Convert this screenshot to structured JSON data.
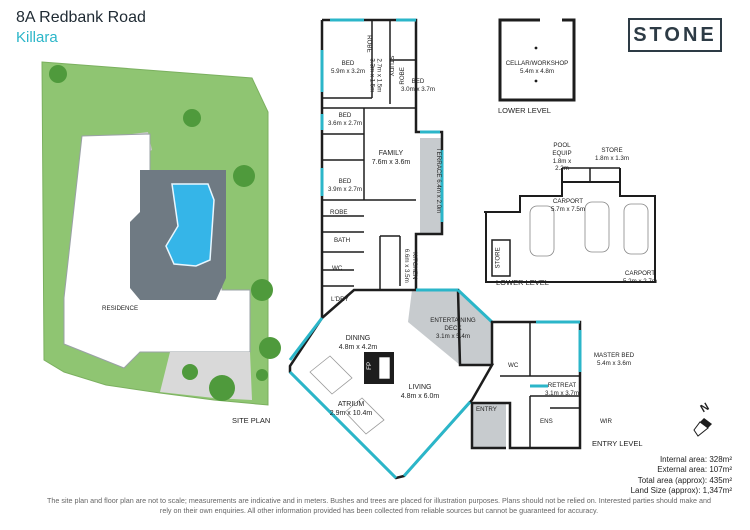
{
  "header": {
    "address": "8A Redbank Road",
    "suburb": "Killara"
  },
  "brand": {
    "logo_text": "STONE",
    "accent_color": "#2bb6c9"
  },
  "site_plan": {
    "caption": "SITE PLAN",
    "residence_label": "RESIDENCE"
  },
  "lower_level_cellar": {
    "caption": "LOWER LEVEL",
    "room": {
      "name": "CELLAR/WORKSHOP",
      "size": "5.4m x 4.8m"
    }
  },
  "lower_level_carport": {
    "caption": "LOWER LEVEL",
    "rooms": {
      "pool_equip": {
        "name": "POOL EQUIP",
        "size": "1.8m x 2.2m"
      },
      "store_top": {
        "name": "STORE",
        "size": "1.8m x 1.3m"
      },
      "carport_main": {
        "name": "CARPORT",
        "size": "5.7m x 7.5m"
      },
      "store_side": {
        "name": "STORE"
      },
      "carport_right": {
        "name": "CARPORT",
        "size": "5.2m x 2.7m"
      }
    }
  },
  "entry_level": {
    "caption": "ENTRY LEVEL",
    "rooms": {
      "bed1": {
        "name": "BED",
        "size": "5.9m x 3.2m"
      },
      "robe1": {
        "name": "ROBE"
      },
      "study": {
        "name": "STUDY",
        "size": "2.7m x 1.5m\n3.3m x 1.5m"
      },
      "robe2": {
        "name": "ROBE"
      },
      "bed2": {
        "name": "BED",
        "size": "3.0m x 3.7m"
      },
      "bed3": {
        "name": "BED",
        "size": "3.6m x 2.7m"
      },
      "family": {
        "name": "FAMILY",
        "size": "7.6m x 3.6m"
      },
      "terrace": {
        "name": "TERRACE",
        "size": "6.4m x 2.0m"
      },
      "bed4": {
        "name": "BED",
        "size": "3.9m x 2.7m"
      },
      "robe3": {
        "name": "ROBE"
      },
      "bath": {
        "name": "BATH"
      },
      "kitchen": {
        "name": "KITCHEN",
        "size": "6.6m x 3.5m"
      },
      "wc1": {
        "name": "WC"
      },
      "ldry": {
        "name": "L'DRY"
      },
      "entertaining": {
        "name": "ENTERTAINING DECK",
        "size": "3.1m x 5.4m"
      },
      "dining": {
        "name": "DINING",
        "size": "4.8m x 4.2m"
      },
      "fp": {
        "name": "FP"
      },
      "living": {
        "name": "LIVING",
        "size": "4.8m x 6.0m"
      },
      "atrium": {
        "name": "ATRIUM",
        "size": "2.9m x 10.4m"
      },
      "master": {
        "name": "MASTER BED",
        "size": "5.4m x 3.6m"
      },
      "wc2": {
        "name": "WC"
      },
      "retreat": {
        "name": "RETREAT",
        "size": "3.1m x 3.7m"
      },
      "ens": {
        "name": "ENS"
      },
      "wir": {
        "name": "WIR"
      },
      "entry": {
        "name": "ENTRY"
      }
    }
  },
  "compass": {
    "label": "N"
  },
  "areas": {
    "internal": "Internal area: 328m²",
    "external": "External area: 107m²",
    "total": "Total area (approx): 435m²",
    "land": "Land Size (approx): 1,347m²"
  },
  "disclaimer": "The site plan and floor plan are not to scale; measurements are indicative and in meters. Bushes and trees are placed for illustration purposes. Plans should not be relied on. Interested parties should make and rely on their own enquiries. All other information provided has been collected from reliable sources but cannot be guaranteed for accuracy."
}
